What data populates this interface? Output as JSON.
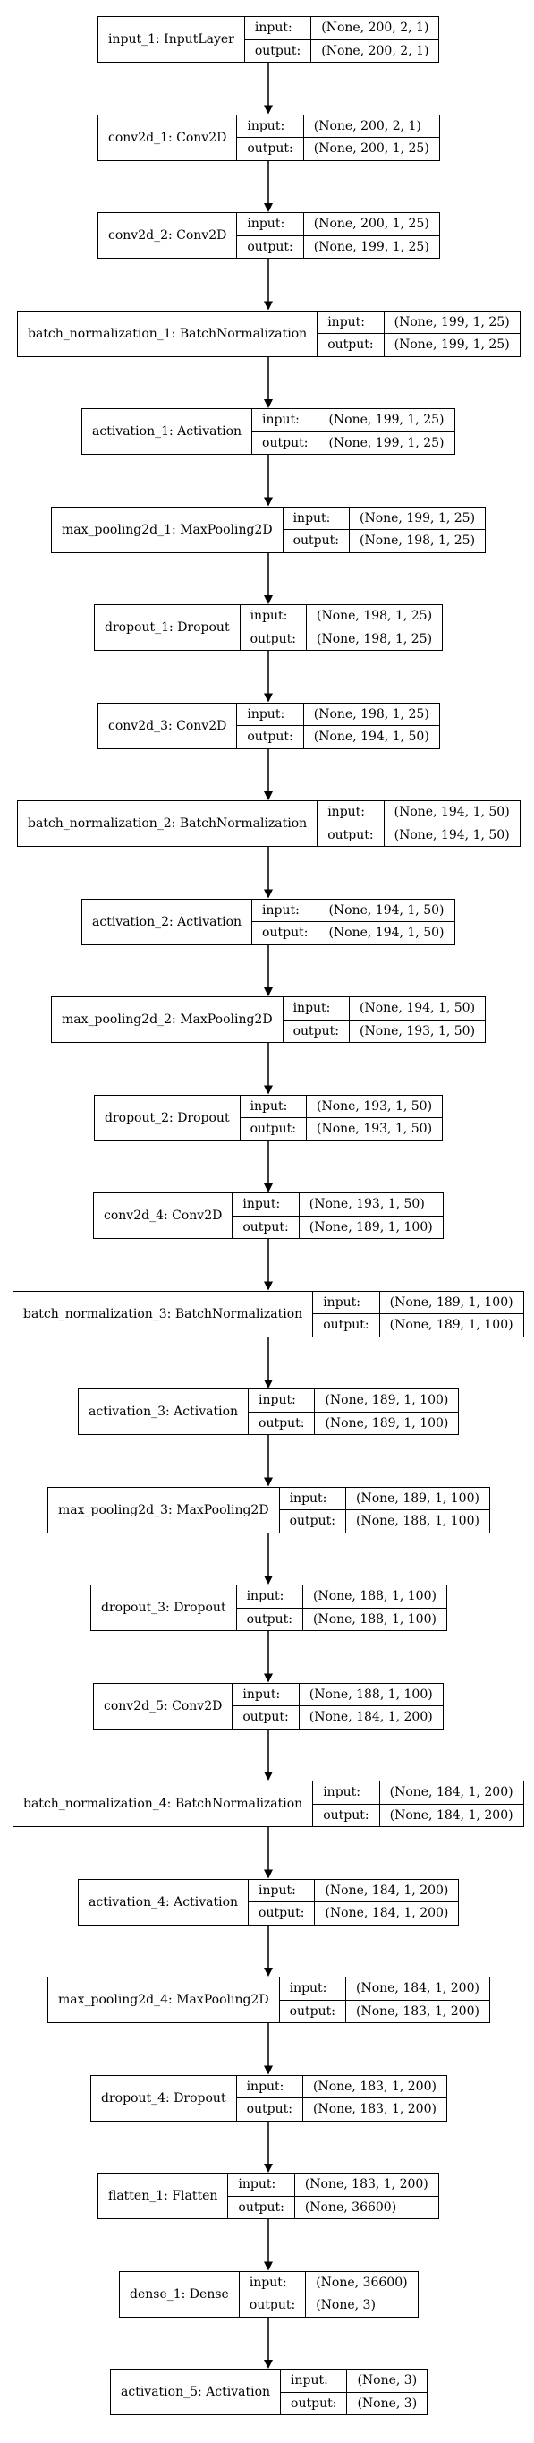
{
  "labels": {
    "input": "input:",
    "output": "output:"
  },
  "layers": [
    {
      "name": "input_1: InputLayer",
      "input": "(None, 200, 2, 1)",
      "output": "(None, 200, 2, 1)"
    },
    {
      "name": "conv2d_1: Conv2D",
      "input": "(None, 200, 2, 1)",
      "output": "(None, 200, 1, 25)"
    },
    {
      "name": "conv2d_2: Conv2D",
      "input": "(None, 200, 1, 25)",
      "output": "(None, 199, 1, 25)"
    },
    {
      "name": "batch_normalization_1: BatchNormalization",
      "input": "(None, 199, 1, 25)",
      "output": "(None, 199, 1, 25)"
    },
    {
      "name": "activation_1: Activation",
      "input": "(None, 199, 1, 25)",
      "output": "(None, 199, 1, 25)"
    },
    {
      "name": "max_pooling2d_1: MaxPooling2D",
      "input": "(None, 199, 1, 25)",
      "output": "(None, 198, 1, 25)"
    },
    {
      "name": "dropout_1: Dropout",
      "input": "(None, 198, 1, 25)",
      "output": "(None, 198, 1, 25)"
    },
    {
      "name": "conv2d_3: Conv2D",
      "input": "(None, 198, 1, 25)",
      "output": "(None, 194, 1, 50)"
    },
    {
      "name": "batch_normalization_2: BatchNormalization",
      "input": "(None, 194, 1, 50)",
      "output": "(None, 194, 1, 50)"
    },
    {
      "name": "activation_2: Activation",
      "input": "(None, 194, 1, 50)",
      "output": "(None, 194, 1, 50)"
    },
    {
      "name": "max_pooling2d_2: MaxPooling2D",
      "input": "(None, 194, 1, 50)",
      "output": "(None, 193, 1, 50)"
    },
    {
      "name": "dropout_2: Dropout",
      "input": "(None, 193, 1, 50)",
      "output": "(None, 193, 1, 50)"
    },
    {
      "name": "conv2d_4: Conv2D",
      "input": "(None, 193, 1, 50)",
      "output": "(None, 189, 1, 100)"
    },
    {
      "name": "batch_normalization_3: BatchNormalization",
      "input": "(None, 189, 1, 100)",
      "output": "(None, 189, 1, 100)"
    },
    {
      "name": "activation_3: Activation",
      "input": "(None, 189, 1, 100)",
      "output": "(None, 189, 1, 100)"
    },
    {
      "name": "max_pooling2d_3: MaxPooling2D",
      "input": "(None, 189, 1, 100)",
      "output": "(None, 188, 1, 100)"
    },
    {
      "name": "dropout_3: Dropout",
      "input": "(None, 188, 1, 100)",
      "output": "(None, 188, 1, 100)"
    },
    {
      "name": "conv2d_5: Conv2D",
      "input": "(None, 188, 1, 100)",
      "output": "(None, 184, 1, 200)"
    },
    {
      "name": "batch_normalization_4: BatchNormalization",
      "input": "(None, 184, 1, 200)",
      "output": "(None, 184, 1, 200)"
    },
    {
      "name": "activation_4: Activation",
      "input": "(None, 184, 1, 200)",
      "output": "(None, 184, 1, 200)"
    },
    {
      "name": "max_pooling2d_4: MaxPooling2D",
      "input": "(None, 184, 1, 200)",
      "output": "(None, 183, 1, 200)"
    },
    {
      "name": "dropout_4: Dropout",
      "input": "(None, 183, 1, 200)",
      "output": "(None, 183, 1, 200)"
    },
    {
      "name": "flatten_1: Flatten",
      "input": "(None, 183, 1, 200)",
      "output": "(None, 36600)"
    },
    {
      "name": "dense_1: Dense",
      "input": "(None, 36600)",
      "output": "(None, 3)"
    },
    {
      "name": "activation_5: Activation",
      "input": "(None, 3)",
      "output": "(None, 3)"
    }
  ]
}
